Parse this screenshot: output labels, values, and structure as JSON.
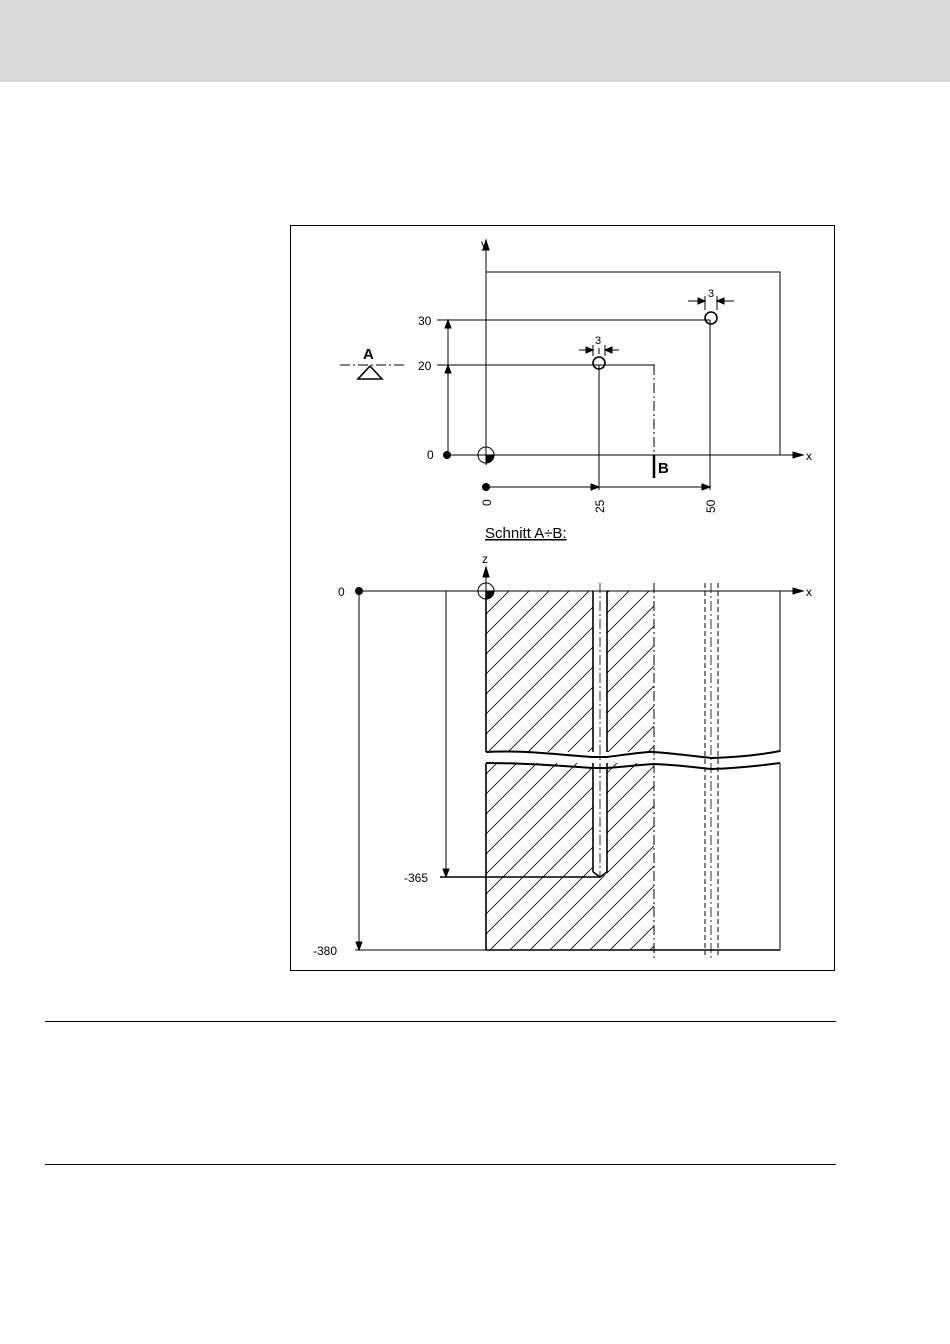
{
  "top_view": {
    "axis_x": "x",
    "axis_y": "y",
    "y_labels": [
      "30",
      "20",
      "0"
    ],
    "x_labels": [
      "0",
      "25",
      "50"
    ],
    "dim_left_hole": "3",
    "dim_right_hole": "3",
    "section_start_label": "A",
    "section_end_label": "B"
  },
  "section_title": "Schnitt A÷B:",
  "section_view": {
    "axis_z": "z",
    "axis_x": "x",
    "z_labels": [
      "0",
      "-365",
      "-380"
    ]
  },
  "colors": {
    "ink": "#000000",
    "header": "#d9d9d9"
  }
}
